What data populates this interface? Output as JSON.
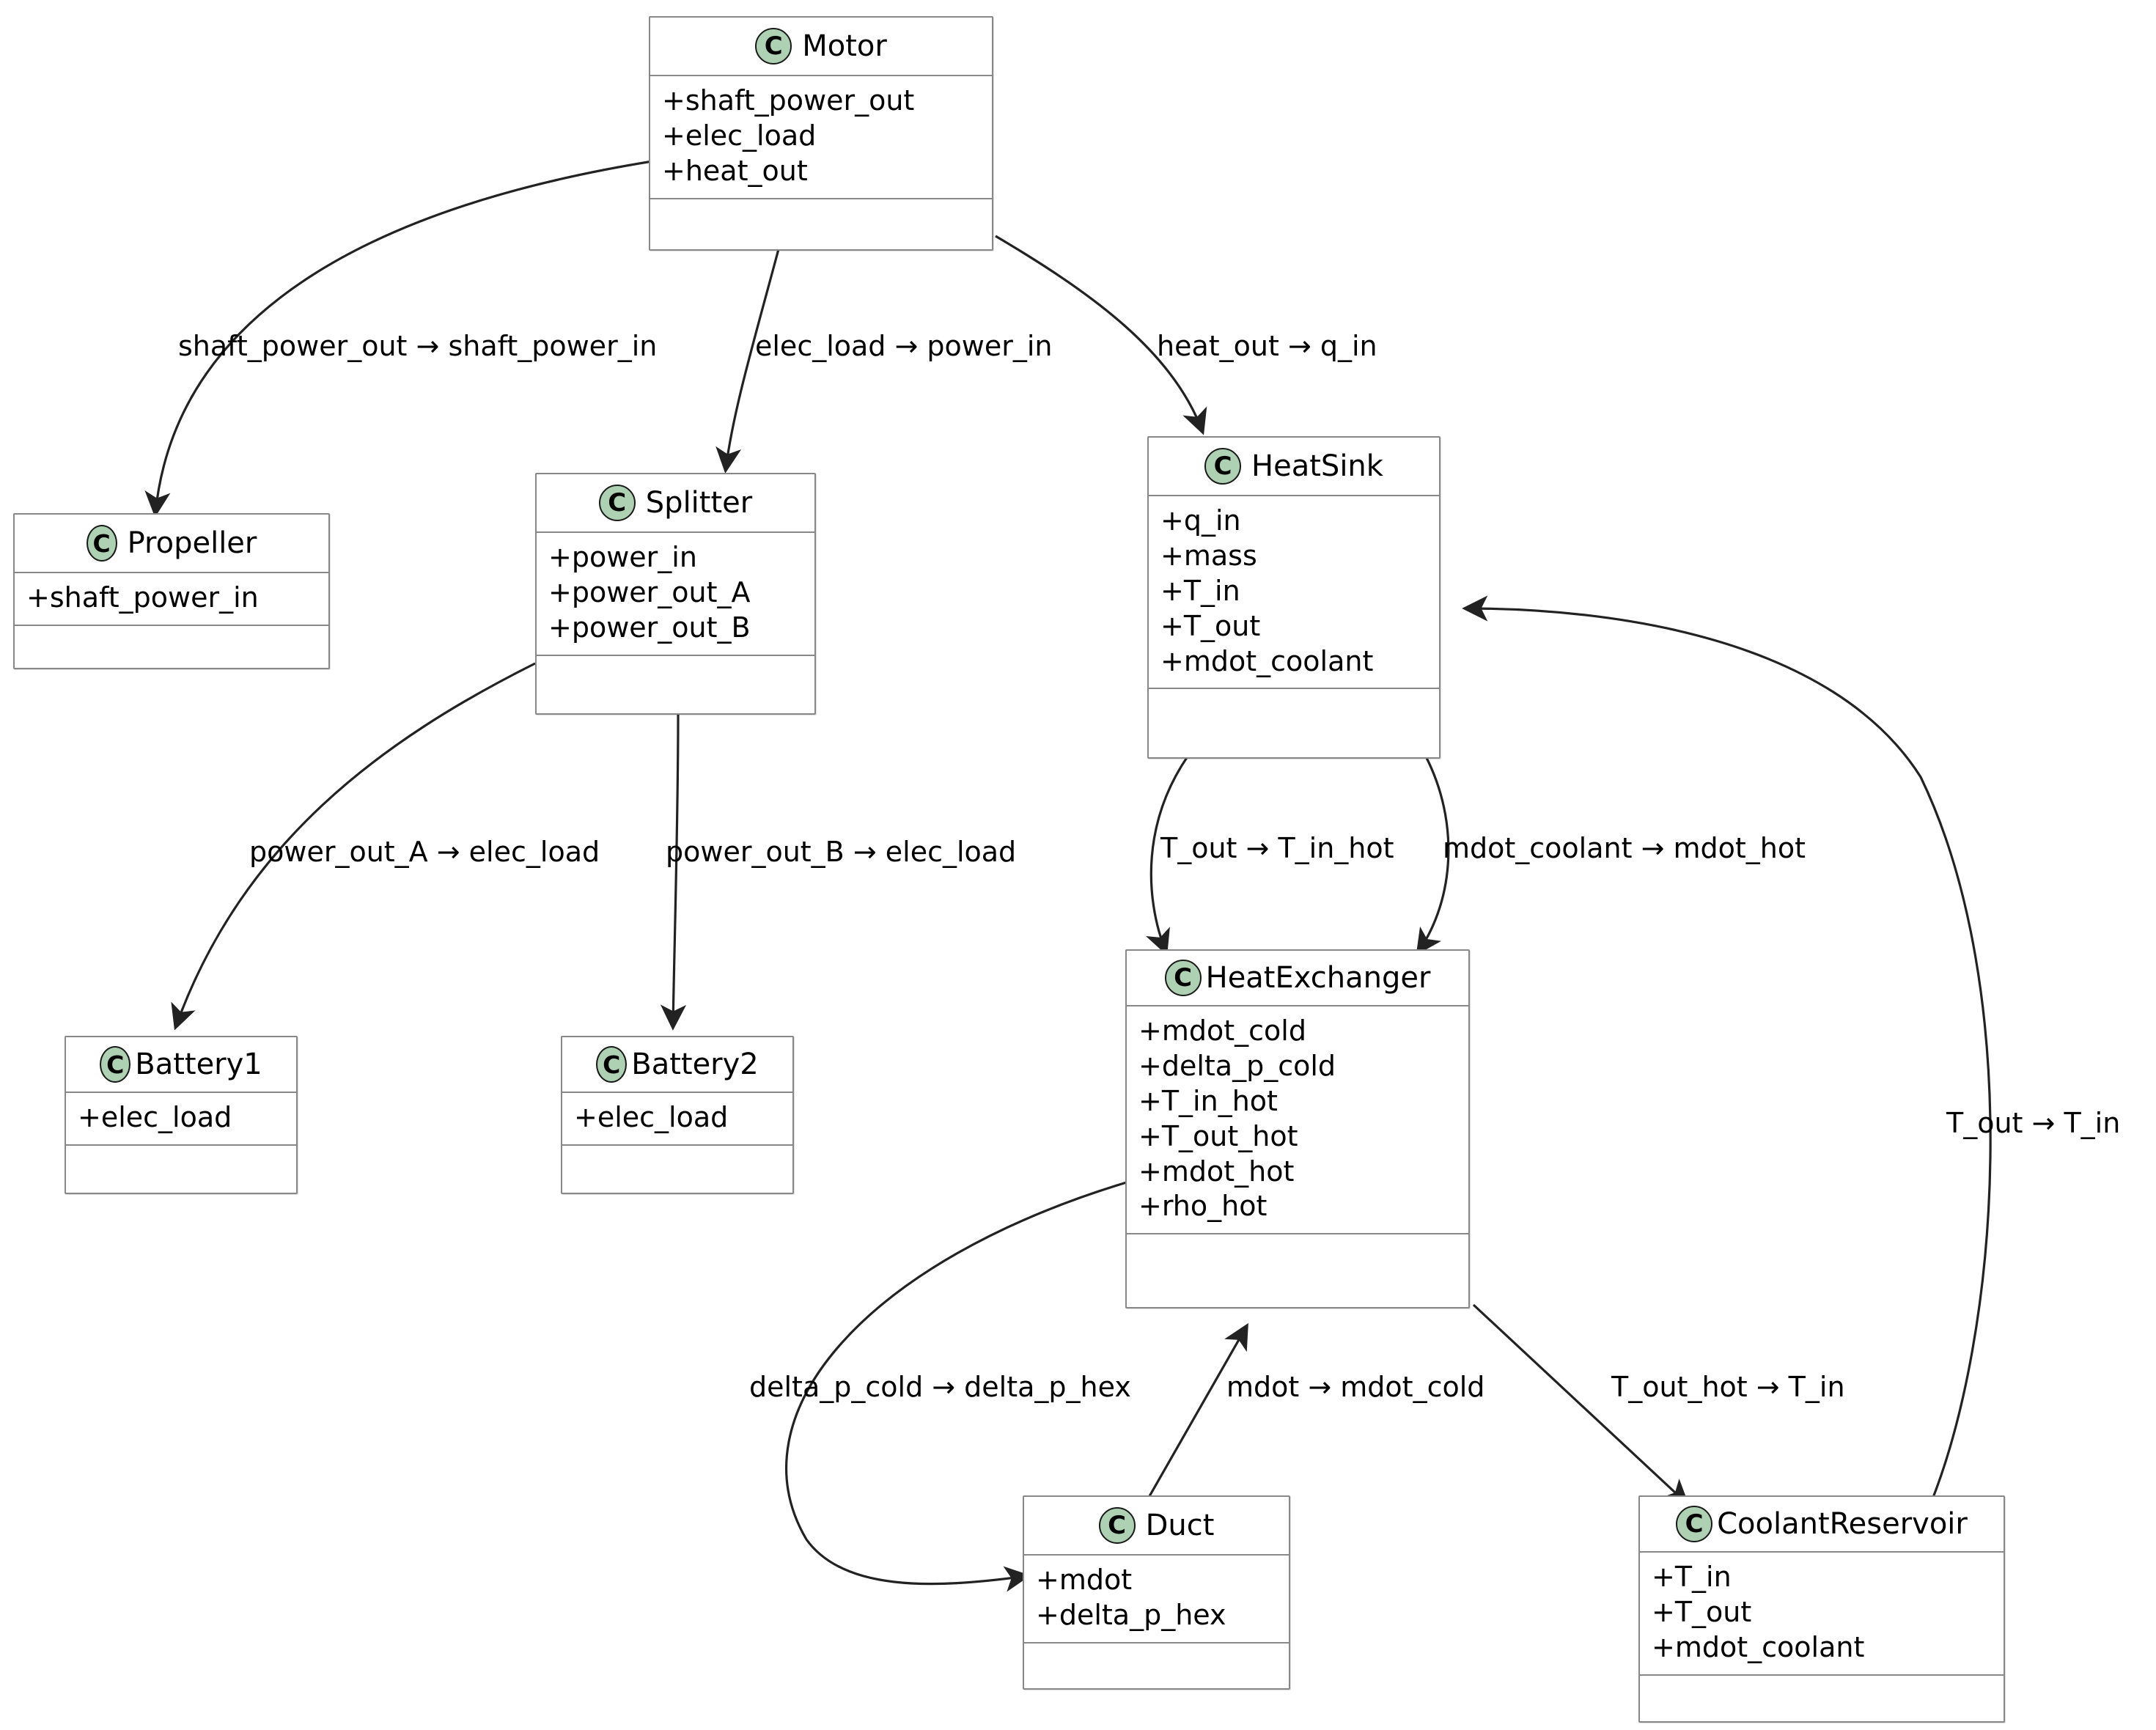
{
  "diagram": {
    "type": "uml-class-diagram",
    "title": "",
    "colors": {
      "class_icon_fill": "#ADD1B2",
      "class_border": "#888888",
      "background": "#FFFFFF",
      "text": "#000000",
      "edge": "#222222"
    },
    "class_icon_letter": "C"
  },
  "classes": [
    {
      "id": "motor",
      "name": "Motor",
      "attributes": [
        "+shaft_power_out",
        "+elec_load",
        "+heat_out"
      ],
      "methods": []
    },
    {
      "id": "propeller",
      "name": "Propeller",
      "attributes": [
        "+shaft_power_in"
      ],
      "methods": []
    },
    {
      "id": "splitter",
      "name": "Splitter",
      "attributes": [
        "+power_in",
        "+power_out_A",
        "+power_out_B"
      ],
      "methods": []
    },
    {
      "id": "heatsink",
      "name": "HeatSink",
      "attributes": [
        "+q_in",
        "+mass",
        "+T_in",
        "+T_out",
        "+mdot_coolant"
      ],
      "methods": []
    },
    {
      "id": "battery1",
      "name": "Battery1",
      "attributes": [
        "+elec_load"
      ],
      "methods": []
    },
    {
      "id": "battery2",
      "name": "Battery2",
      "attributes": [
        "+elec_load"
      ],
      "methods": []
    },
    {
      "id": "heatexchanger",
      "name": "HeatExchanger",
      "attributes": [
        "+mdot_cold",
        "+delta_p_cold",
        "+T_in_hot",
        "+T_out_hot",
        "+mdot_hot",
        "+rho_hot"
      ],
      "methods": []
    },
    {
      "id": "duct",
      "name": "Duct",
      "attributes": [
        "+mdot",
        "+delta_p_hex"
      ],
      "methods": []
    },
    {
      "id": "coolantreservoir",
      "name": "CoolantReservoir",
      "attributes": [
        "+T_in",
        "+T_out",
        "+mdot_coolant"
      ],
      "methods": []
    }
  ],
  "edges": [
    {
      "id": "e1",
      "from": "motor",
      "to": "propeller",
      "label": "shaft_power_out → shaft_power_in"
    },
    {
      "id": "e2",
      "from": "motor",
      "to": "splitter",
      "label": "elec_load → power_in"
    },
    {
      "id": "e3",
      "from": "motor",
      "to": "heatsink",
      "label": "heat_out → q_in"
    },
    {
      "id": "e4",
      "from": "splitter",
      "to": "battery1",
      "label": "power_out_A → elec_load"
    },
    {
      "id": "e5",
      "from": "splitter",
      "to": "battery2",
      "label": "power_out_B → elec_load"
    },
    {
      "id": "e6",
      "from": "heatsink",
      "to": "heatexchanger",
      "label": "T_out → T_in_hot"
    },
    {
      "id": "e7",
      "from": "heatsink",
      "to": "heatexchanger",
      "label": "mdot_coolant → mdot_hot"
    },
    {
      "id": "e8",
      "from": "heatexchanger",
      "to": "duct",
      "label": "delta_p_cold → delta_p_hex"
    },
    {
      "id": "e9",
      "from": "duct",
      "to": "heatexchanger",
      "label": "mdot → mdot_cold"
    },
    {
      "id": "e10",
      "from": "heatexchanger",
      "to": "coolantreservoir",
      "label": "T_out_hot → T_in"
    },
    {
      "id": "e11",
      "from": "coolantreservoir",
      "to": "heatsink",
      "label": "T_out → T_in"
    }
  ]
}
